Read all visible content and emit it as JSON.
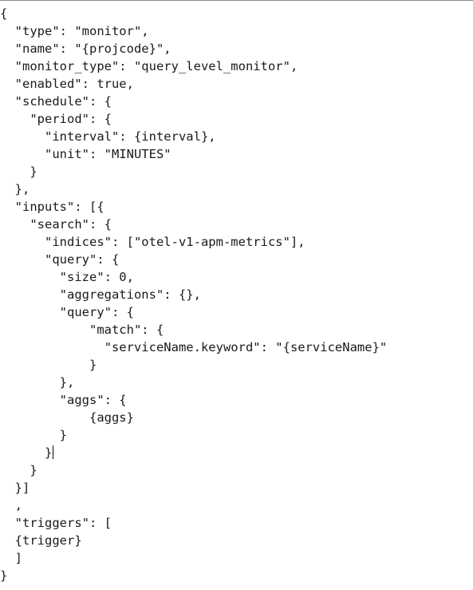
{
  "editor": {
    "lines": [
      "{",
      "  \"type\": \"monitor\",",
      "  \"name\": \"{projcode}\",",
      "  \"monitor_type\": \"query_level_monitor\",",
      "  \"enabled\": true,",
      "  \"schedule\": {",
      "    \"period\": {",
      "      \"interval\": {interval},",
      "      \"unit\": \"MINUTES\"",
      "    }",
      "  },",
      "  \"inputs\": [{",
      "    \"search\": {",
      "      \"indices\": [\"otel-v1-apm-metrics\"],",
      "      \"query\": {",
      "        \"size\": 0,",
      "        \"aggregations\": {},",
      "        \"query\": {",
      "            \"match\": {",
      "              \"serviceName.keyword\": \"{serviceName}\"",
      "            }",
      "        },",
      "        \"aggs\": {",
      "            {aggs}",
      "        }",
      "      }",
      "    }",
      "  }]",
      "  ,",
      "  \"triggers\": [",
      "  {trigger}",
      "  ]",
      "}"
    ],
    "caret_line": 25
  }
}
